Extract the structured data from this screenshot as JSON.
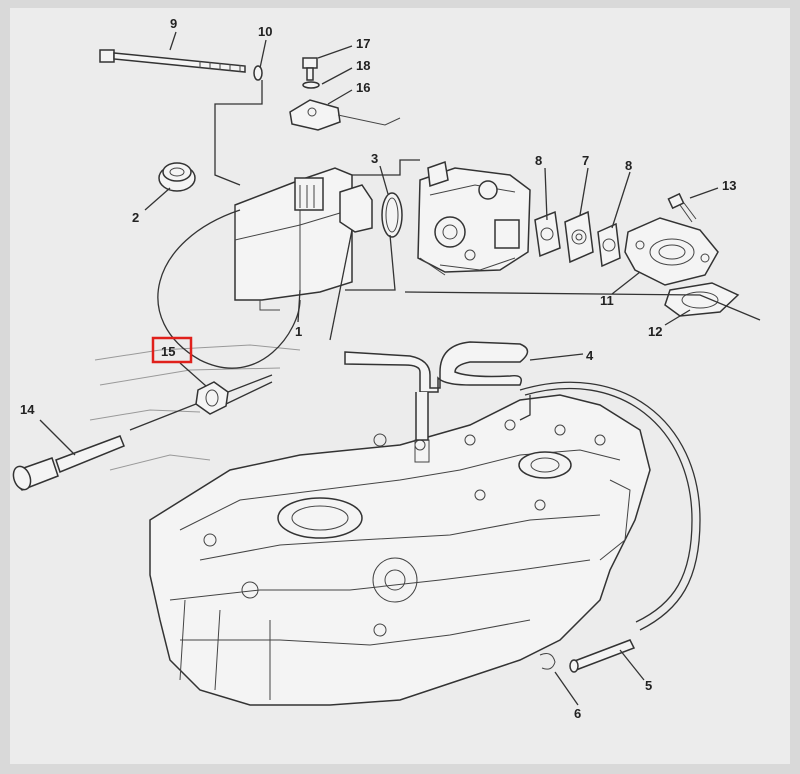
{
  "diagram": {
    "highlight_color": "#e0201b",
    "highlighted_part": "15",
    "callouts": [
      {
        "id": "c1",
        "label": "1"
      },
      {
        "id": "c2",
        "label": "2"
      },
      {
        "id": "c3",
        "label": "3"
      },
      {
        "id": "c4",
        "label": "4"
      },
      {
        "id": "c5",
        "label": "5"
      },
      {
        "id": "c6",
        "label": "6"
      },
      {
        "id": "c7",
        "label": "7"
      },
      {
        "id": "c8a",
        "label": "8"
      },
      {
        "id": "c8b",
        "label": "8"
      },
      {
        "id": "c9",
        "label": "9"
      },
      {
        "id": "c10",
        "label": "10"
      },
      {
        "id": "c11",
        "label": "11"
      },
      {
        "id": "c12",
        "label": "12"
      },
      {
        "id": "c13",
        "label": "13"
      },
      {
        "id": "c14",
        "label": "14"
      },
      {
        "id": "c15",
        "label": "15"
      },
      {
        "id": "c16",
        "label": "16"
      },
      {
        "id": "c17",
        "label": "17"
      },
      {
        "id": "c18",
        "label": "18"
      }
    ]
  }
}
